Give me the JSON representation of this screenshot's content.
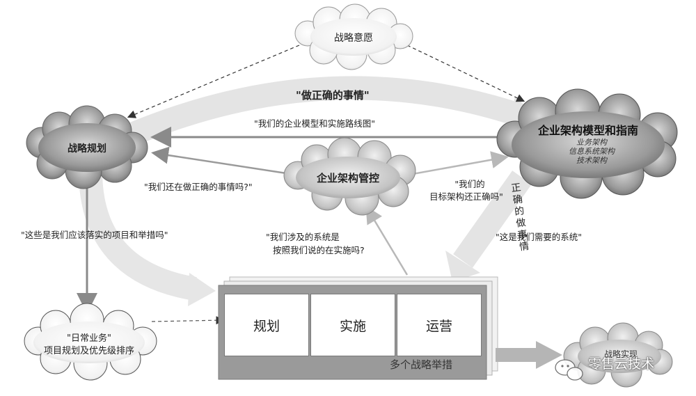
{
  "clouds": {
    "strategic_intent": "战略意愿",
    "strategic_planning": "战略规划",
    "ea_model": {
      "title": "企业架构模型和指南",
      "lines": [
        "业务架构",
        "信息系统架构",
        "技术架构"
      ]
    },
    "ea_governance": "企业架构管控",
    "daily_business": {
      "line1": "\"日常业务\"",
      "line2": "项目规划及优先级排序"
    },
    "strategy_realization": "战略实现"
  },
  "labels": {
    "do_right_things": "\"做正确的事情\"",
    "our_model_roadmap": "\"我们的企业模型和实施路线图\"",
    "still_doing_right": "\"我们还在做正确的事情吗?\"",
    "target_arch_right_line1": "\"我们的",
    "target_arch_right_line2": "目标架构还正确吗\"",
    "projects_to_implement": "\"这些是我们应该落实的项目和举措吗\"",
    "systems_as_said_line1": "\"我们涉及的系统是",
    "systems_as_said_line2": "按照我们说的在实施吗?",
    "systems_we_need": "\"这是我们需要的系统\"",
    "do_things_right_vertical": "正确的做事情"
  },
  "initiatives": {
    "boxes": [
      "规划",
      "实施",
      "运营"
    ],
    "caption": "多个战略举措"
  },
  "watermark": "零售云技术"
}
